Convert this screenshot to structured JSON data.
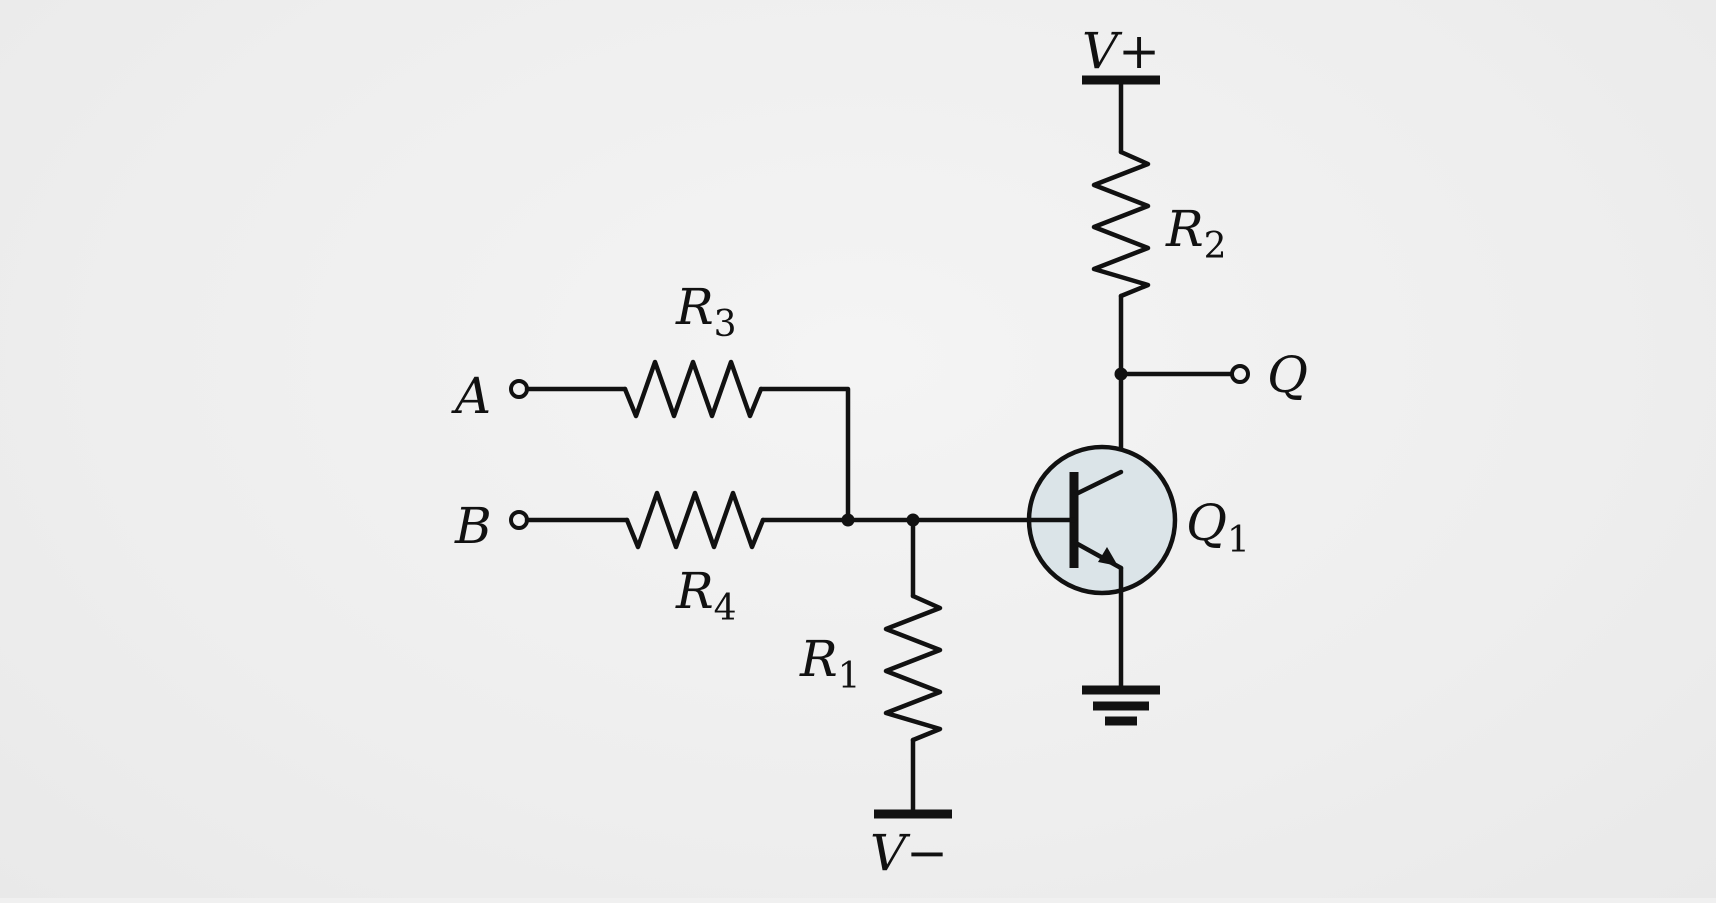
{
  "diagram": {
    "labels": {
      "vplus": "V+",
      "vminus": "V−",
      "input_a": "A",
      "input_b": "B",
      "output_q": "Q"
    },
    "components": {
      "r1": {
        "letter": "R",
        "index": "1"
      },
      "r2": {
        "letter": "R",
        "index": "2"
      },
      "r3": {
        "letter": "R",
        "index": "3"
      },
      "r4": {
        "letter": "R",
        "index": "4"
      },
      "q1": {
        "letter": "Q",
        "index": "1"
      }
    },
    "colors": {
      "ink": "#111111",
      "background": "#f0f0f0",
      "transistor_fill": "#dbe4e8"
    }
  }
}
